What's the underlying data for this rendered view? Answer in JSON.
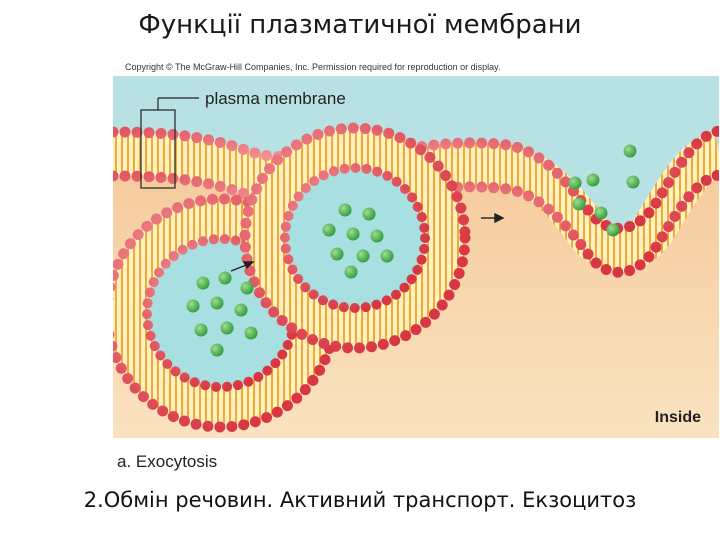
{
  "slide": {
    "title": "Функції плазматичної мембрани",
    "caption": "2.Обмін речовин. Активний транспорт. Екзоцитоз"
  },
  "figure": {
    "copyright": "Copyright © The McGraw-Hill Companies, Inc. Permission required for reproduction or display.",
    "membrane_label": "plasma membrane",
    "inside_label": "Inside",
    "panel_label": "a. Exocytosis"
  },
  "colors": {
    "outside": "#b8e1e3",
    "inside": "#f6cf9f",
    "lipid_head": "#e04b56",
    "lipid_tail": "#f2a93a",
    "membrane_core": "#fff1c0",
    "vesicle_lumen": "#a8dfe0",
    "cargo": "#48ab4c"
  },
  "icons": [
    "arrow-right-icon"
  ]
}
